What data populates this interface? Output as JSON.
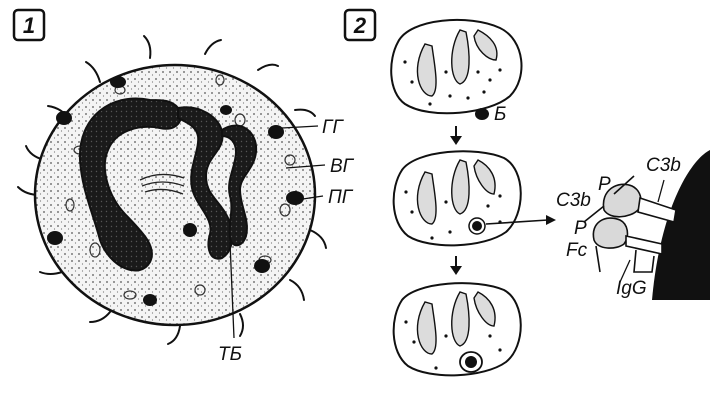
{
  "panels": [
    {
      "badge": "1"
    },
    {
      "badge": "2"
    }
  ],
  "cell_labels": {
    "gg": "ГГ",
    "vg": "ВГ",
    "pg": "ПГ",
    "tb": "ТБ"
  },
  "phago_labels": {
    "b": "Б"
  },
  "receptor_labels": {
    "c3b_top": "C3b",
    "c3b_left": "C3b",
    "p_upper": "P",
    "p_lower": "P",
    "fc": "Fc",
    "igg": "IgG"
  },
  "colors": {
    "ink": "#111111",
    "stipple": "#eeeeee",
    "granule_fill": "#dcdcdc"
  }
}
